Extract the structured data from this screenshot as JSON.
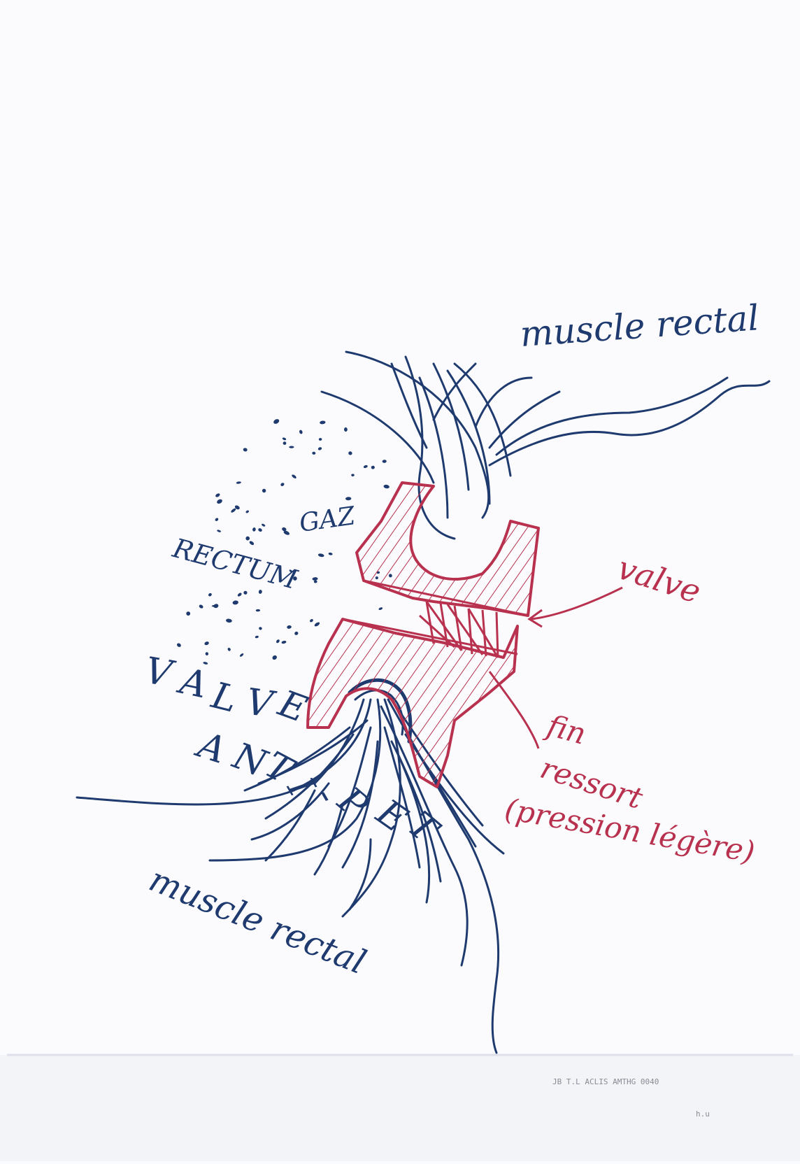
{
  "labels": {
    "muscle_top": "muscle rectal",
    "gaz": "GAZ",
    "rectum": "RECTUM",
    "valve": "valve",
    "fin": "fin",
    "ressort": "ressort",
    "pression": "(pression légère)",
    "valve_anti_pet": [
      "V",
      "A",
      "L",
      "V",
      "E",
      "A",
      "N",
      "T",
      "I",
      "-",
      "P",
      "E",
      "T"
    ],
    "muscle_bottom": "muscle rectal",
    "footer_stamp": "JB T.L ACLIS AMTHG 0040",
    "corner_mark": "h.u"
  },
  "colors": {
    "ink_blue": "#1e3a6e",
    "ink_red": "#b8324f",
    "paper": "#fbfbfd"
  }
}
